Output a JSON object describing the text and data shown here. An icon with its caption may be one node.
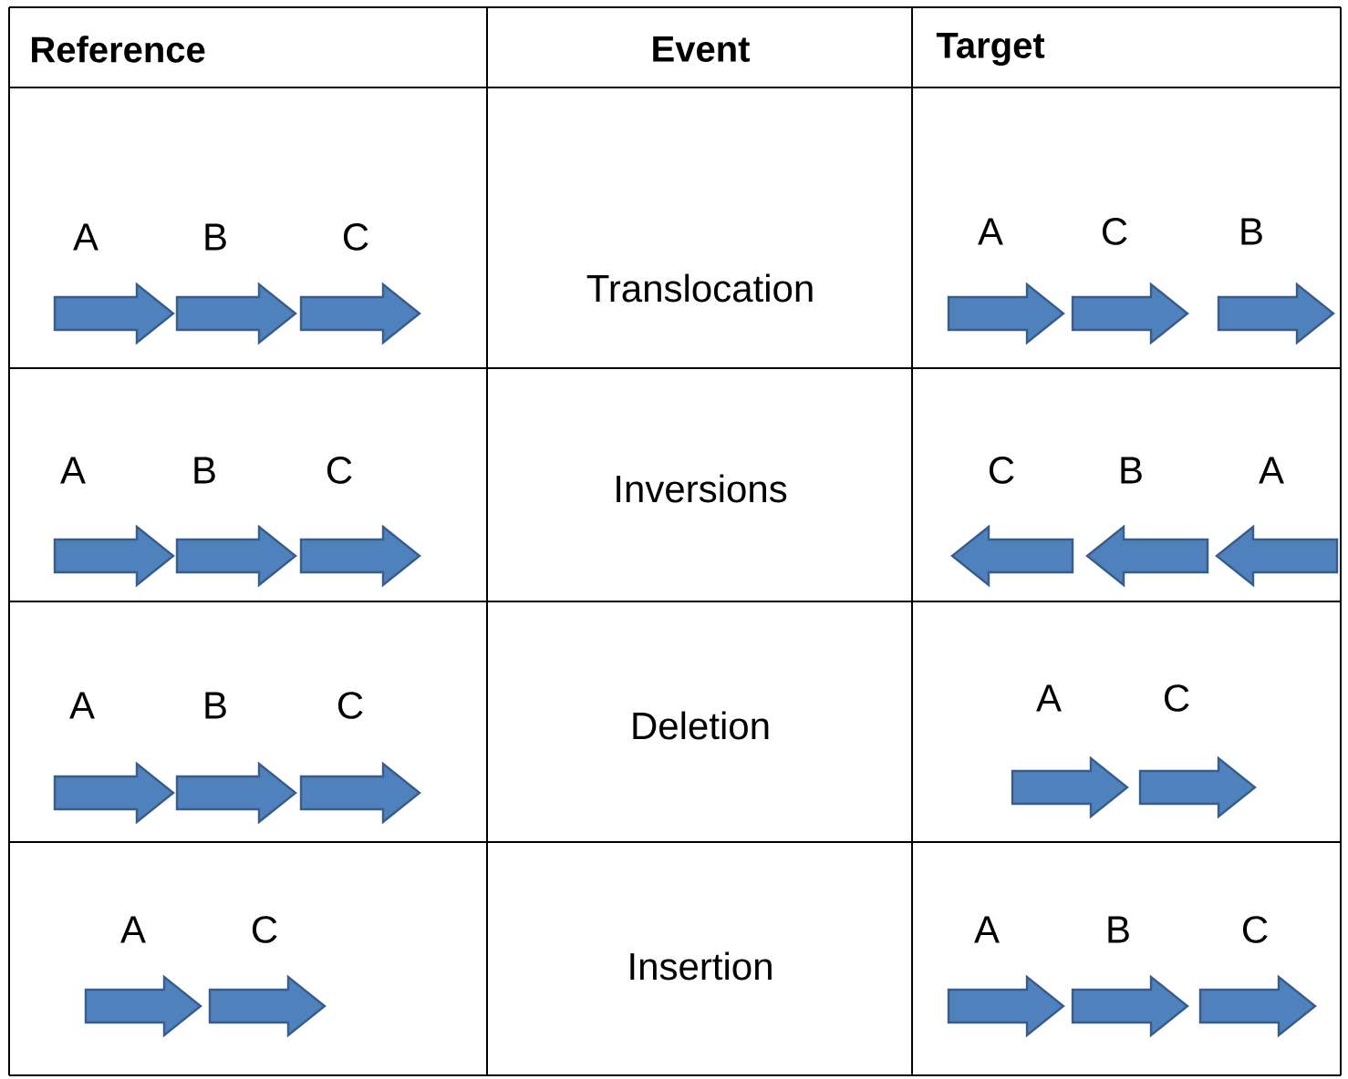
{
  "diagram": {
    "labels": [
      "Reference",
      "Event",
      "Target",
      "A",
      "B",
      "C",
      "Translocation",
      "A",
      "C",
      "B",
      "A",
      "B",
      "C",
      "Inversions",
      "C",
      "B",
      "A",
      "A",
      "B",
      "C",
      "Deletion",
      "A",
      "C",
      "A",
      "C",
      "Insertion",
      "A",
      "B",
      "C"
    ]
  }
}
